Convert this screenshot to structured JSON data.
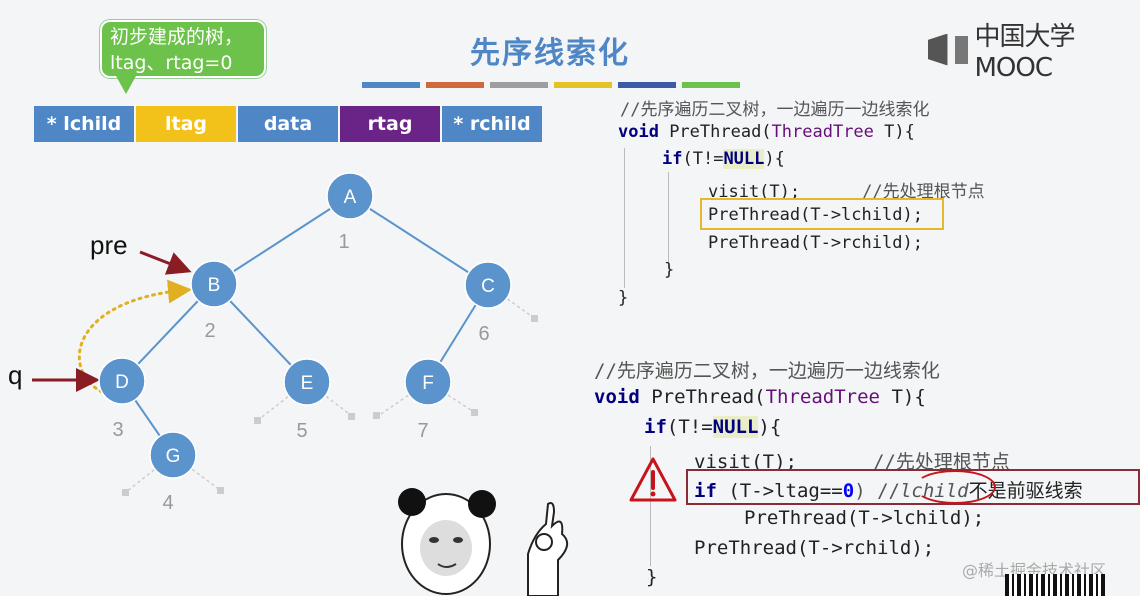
{
  "slide": {
    "title": "先序线索化",
    "colors": {
      "title": "#4f86c6",
      "accent_red": "#8a2c38",
      "highlight": "#e6b82e"
    },
    "strip_colors": [
      "#4f86c6",
      "#d06a3a",
      "#9e9e9e",
      "#e6c229",
      "#3d5aa8",
      "#6cc24a"
    ]
  },
  "logo": {
    "text": "中国大学MOOC",
    "icon": "mooc-logo-icon"
  },
  "bubble": {
    "line1": "初步建成的树，",
    "line2": "ltag、rtag=0"
  },
  "struct_fields": [
    {
      "label": "* lchild",
      "color": "#4f86c6"
    },
    {
      "label": "ltag",
      "color": "#f2c21b"
    },
    {
      "label": "data",
      "color": "#4f86c6"
    },
    {
      "label": "rtag",
      "color": "#6a2386"
    },
    {
      "label": "* rchild",
      "color": "#4f86c6"
    }
  ],
  "tree": {
    "node_color": "#5b93cc",
    "nodes": [
      {
        "id": "A",
        "order": "1"
      },
      {
        "id": "B",
        "order": "2"
      },
      {
        "id": "C",
        "order": "6"
      },
      {
        "id": "D",
        "order": "3"
      },
      {
        "id": "E",
        "order": "5"
      },
      {
        "id": "F",
        "order": "7"
      },
      {
        "id": "G",
        "order": "4"
      }
    ],
    "pointers": {
      "pre": "pre",
      "q": "q"
    }
  },
  "code1": {
    "comment": "//先序遍历二叉树，一边遍历一边线索化",
    "l1a": "void",
    "l1b": " PreThread(",
    "l1c": "ThreadTree",
    "l1d": " T){",
    "l2a": "if",
    "l2b": "(T!=",
    "l2c": "NULL",
    "l2d": "){",
    "l3a": "visit(T);",
    "l3b": "//先处理根节点",
    "l4": "PreThread(T->lchild);",
    "l5": "PreThread(T->rchild);",
    "l6": "}",
    "l7": "}"
  },
  "code2": {
    "comment": "//先序遍历二叉树，一边遍历一边线索化",
    "l1a": "void",
    "l1b": " PreThread(",
    "l1c": "ThreadTree",
    "l1d": " T){",
    "l2a": "if",
    "l2b": "(T!=",
    "l2c": "NULL",
    "l2d": "){",
    "l3a": "visit(T);",
    "l3b": "//先处理根节点",
    "l4a": "if",
    "l4b": " (T->ltag==",
    "l4c": "0",
    "l4d": ") //",
    "l4e": "lchild",
    "l4f": "不是前驱线索",
    "l5": "PreThread(T->lchild);",
    "l6": "PreThread(T->rchild);",
    "l7": "}"
  },
  "watermark": "@稀土掘金技术社区"
}
